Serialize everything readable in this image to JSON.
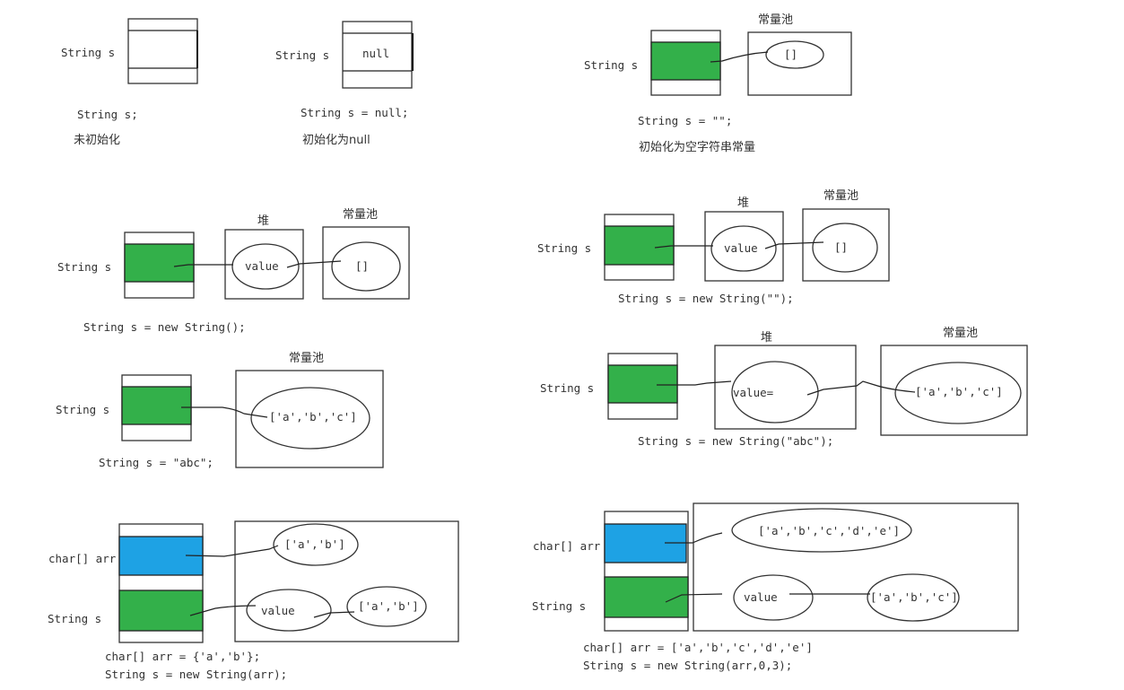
{
  "diagram": {
    "labels": {
      "string_s": "String s",
      "char_arr": "char[] arr",
      "heap": "堆",
      "constant_pool": "常量池",
      "null": "null",
      "empty_array": "[]",
      "value": "value",
      "value_eq": "value=",
      "abc_array": "['a','b','c']",
      "ab_array": "['a','b']",
      "abcde_array": "['a','b','c','d','e']"
    },
    "panels": [
      {
        "id": "uninitialized",
        "code": [
          "String s;"
        ],
        "caption": "未初始化"
      },
      {
        "id": "null-init",
        "code": [
          "String s = null;"
        ],
        "caption": "初始化为null"
      },
      {
        "id": "empty-literal",
        "code": [
          "String s = \"\";"
        ],
        "caption": "初始化为空字符串常量"
      },
      {
        "id": "new-string-empty-ctor",
        "code": [
          "String s = new String();"
        ]
      },
      {
        "id": "new-string-empty-literal",
        "code": [
          "String s = new String(\"\");"
        ]
      },
      {
        "id": "abc-literal",
        "code": [
          "String s = \"abc\";"
        ]
      },
      {
        "id": "new-string-abc",
        "code": [
          "String s = new String(\"abc\");"
        ]
      },
      {
        "id": "new-string-from-array",
        "code": [
          "char[] arr = {'a','b'};",
          "String s = new String(arr);"
        ]
      },
      {
        "id": "new-string-from-array-range",
        "code": [
          "char[] arr = ['a','b','c','d','e']",
          "String s = new String(arr,0,3);"
        ]
      }
    ]
  },
  "colors": {
    "string_ref": "#33b04a",
    "array_ref": "#1ea2e4",
    "stroke": "#333333"
  }
}
